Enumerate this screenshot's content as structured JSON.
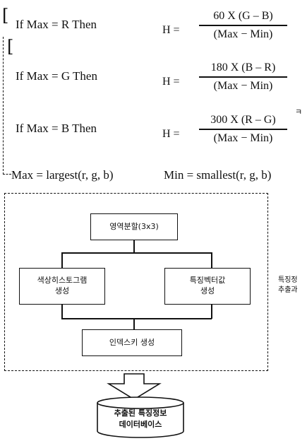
{
  "conditions": [
    {
      "text": "If  Max = R Then",
      "h_label": "H =",
      "numerator": "60  X  (G – B)",
      "denominator": "(Max − Min)"
    },
    {
      "text": "If  Max = G Then",
      "h_label": "H =",
      "numerator": "180  X  (B – R)",
      "denominator": "(Max − Min)"
    },
    {
      "text": "If  Max = B Then",
      "h_label": "H =",
      "numerator": "300  X  (R – G)",
      "denominator": "(Max − Min)"
    }
  ],
  "max_def": "Max = largest(r, g, b)",
  "min_def": "Min = smallest(r, g, b)",
  "stray_char": "ㅋ",
  "flowchart": {
    "region_split": "영역분할(3x3)",
    "color_hist": [
      "색상히스토그램",
      "생성"
    ],
    "feature_vec": [
      "특징벡터값",
      "생성"
    ],
    "index_gen": "인덱스키 생성",
    "side_label": [
      "특징정",
      "추출과"
    ],
    "database": [
      "추출된 특징정보",
      "데이터베이스"
    ]
  }
}
